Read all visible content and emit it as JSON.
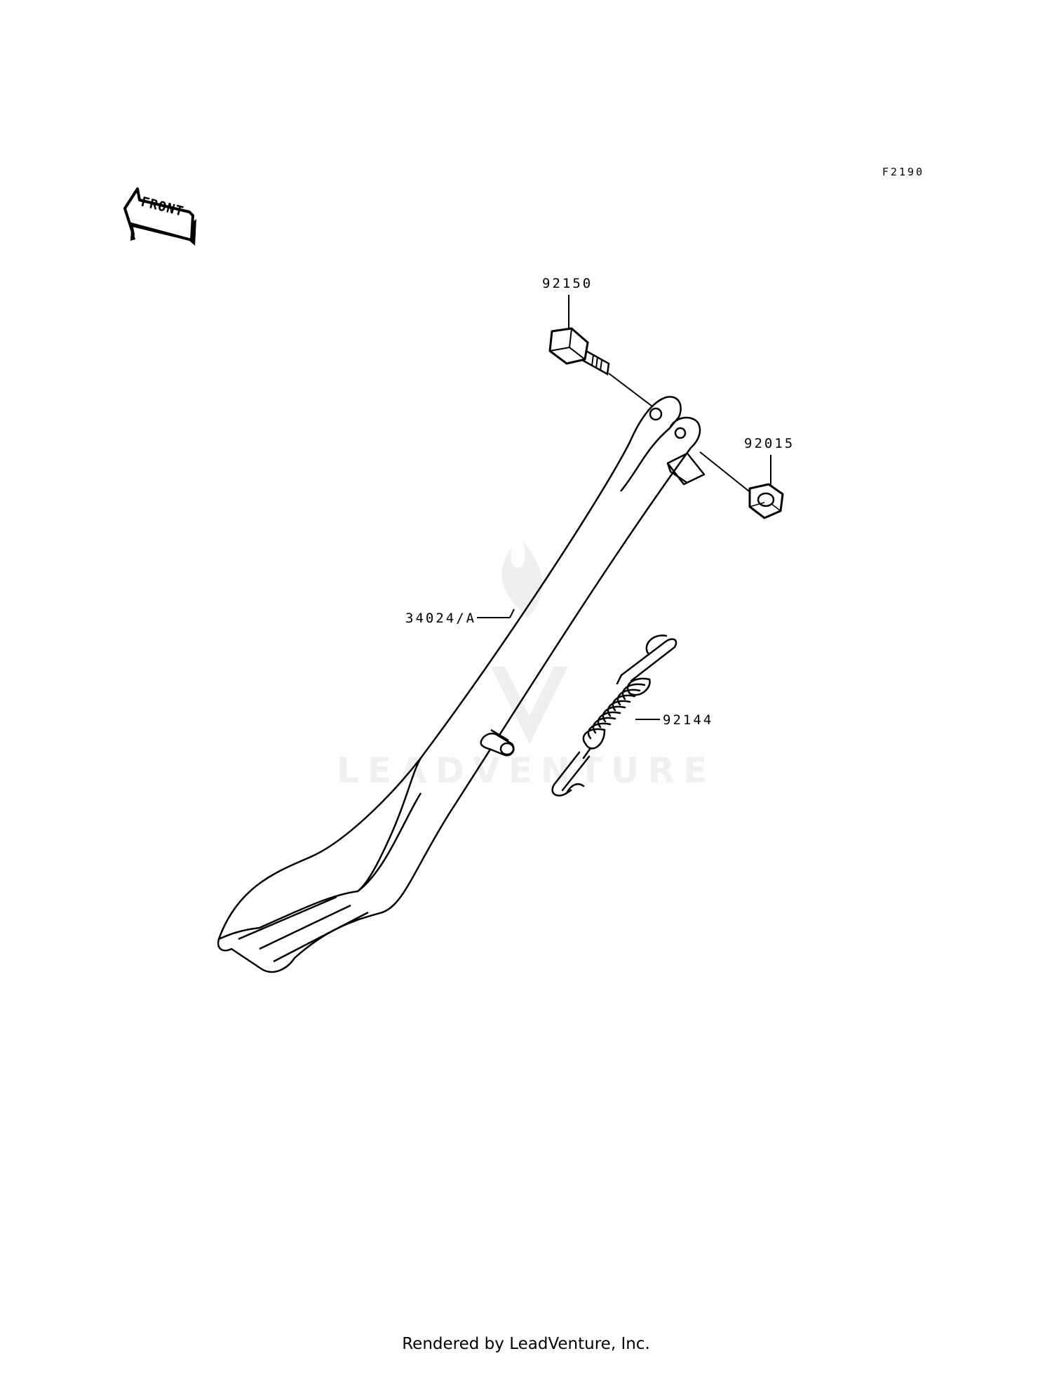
{
  "diagram": {
    "code": "F2190",
    "front_label": "FRONT",
    "watermark": "LEADVENTURE",
    "parts": [
      {
        "number": "92150",
        "name": "bolt"
      },
      {
        "number": "92015",
        "name": "nut"
      },
      {
        "number": "34024/A",
        "name": "stand"
      },
      {
        "number": "92144",
        "name": "spring"
      }
    ]
  },
  "footer": {
    "text": "Rendered by LeadVenture, Inc."
  }
}
